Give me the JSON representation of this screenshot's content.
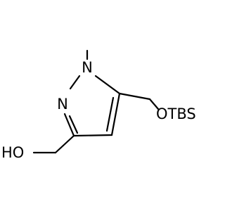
{
  "molecule": {
    "atoms": {
      "ring_n1": "N",
      "ring_n2": "N",
      "hydroxyl": "HO",
      "silyl_ether": "OTBS"
    }
  },
  "colors": {
    "ink": "#000000",
    "background": "#ffffff"
  }
}
